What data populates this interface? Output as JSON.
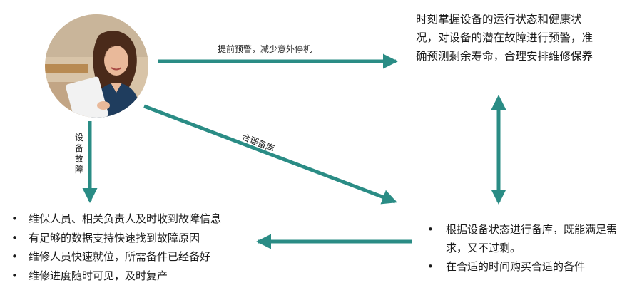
{
  "colors": {
    "arrow": "#2a8c85"
  },
  "avatar": {
    "icon": "person-photo"
  },
  "labels": {
    "warning": "提前预警，减少意外停机",
    "spare_parts": "合理备库",
    "fault": "设备故障"
  },
  "benefits": {
    "text": "时刻掌握设备的运行状态和健康状况，对设备的潜在故障进行预警，准确预测剩余寿命，合理安排维修保养"
  },
  "fault_outcomes": [
    "维保人员、相关负责人及时收到故障信息",
    "有足够的数据支持快速找到故障原因",
    "维修人员快速就位，所需备件已经备好",
    "维修进度随时可见，及时复产"
  ],
  "inventory_outcomes": [
    "根据设备状态进行备库，既能满足需求，又不过剩。",
    "在合适的时间购买合适的备件"
  ]
}
